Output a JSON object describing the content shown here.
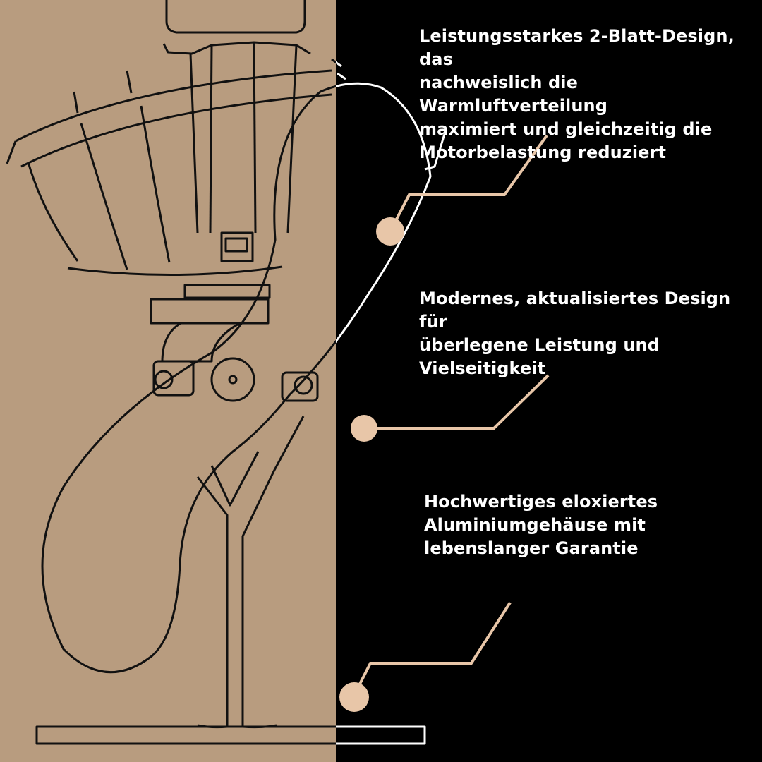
{
  "colors": {
    "background_left": "#b89c7f",
    "background_right": "#000000",
    "accent": "#e8c6a8",
    "line_dark": "#111111",
    "line_light": "#ffffff",
    "text": "#ffffff"
  },
  "features": [
    {
      "text": "Leistungsstarkes 2-Blatt-Design, das\nnachweislich die Warmluftverteilung\nmaximiert und gleichzeitig die\nMotorbelastung reduziert"
    },
    {
      "text": "Modernes, aktualisiertes Design für\nüberlegene Leistung und\nVielseitigkeit"
    },
    {
      "text": "Hochwertiges eloxiertes\nAluminiumgehäuse mit\nlebenslanger Garantie"
    }
  ],
  "illustration": {
    "subject": "stove-fan-icon"
  }
}
